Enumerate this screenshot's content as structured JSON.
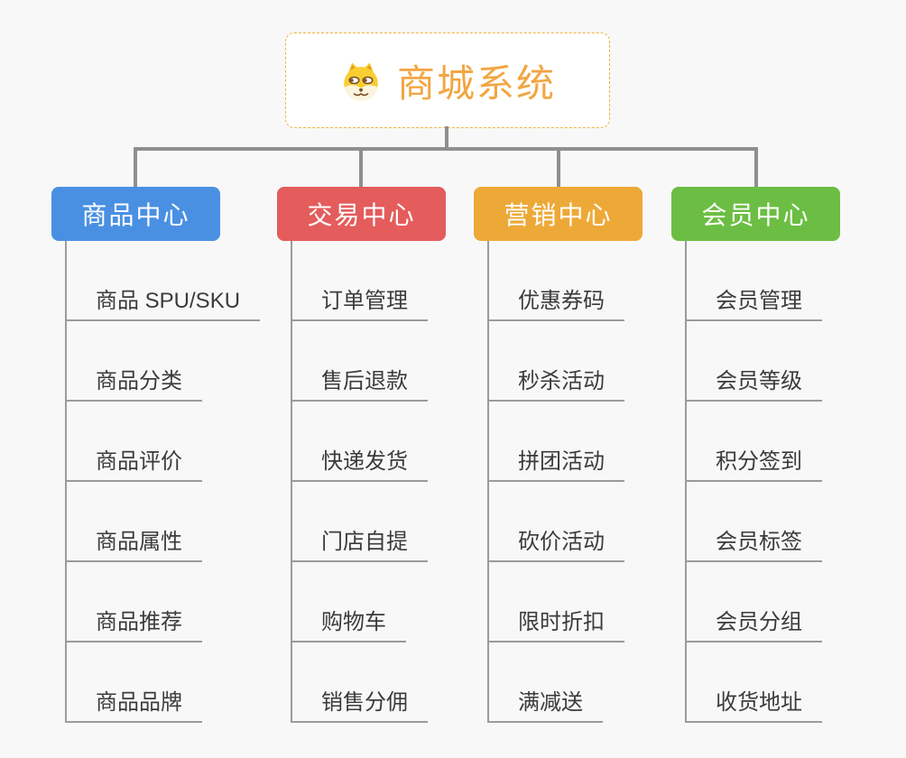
{
  "root": {
    "title": "商城系统",
    "icon": "dog-face-icon",
    "accent_color": "#F2A642",
    "border_color": "#F2B241"
  },
  "connector_color": "#8F8F8F",
  "branches": [
    {
      "label": "商品中心",
      "color": "#4A90E2",
      "items": [
        "商品 SPU/SKU",
        "商品分类",
        "商品评价",
        "商品属性",
        "商品推荐",
        "商品品牌"
      ]
    },
    {
      "label": "交易中心",
      "color": "#E45C5C",
      "items": [
        "订单管理",
        "售后退款",
        "快递发货",
        "门店自提",
        "购物车",
        "销售分佣"
      ]
    },
    {
      "label": "营销中心",
      "color": "#EDA938",
      "items": [
        "优惠券码",
        "秒杀活动",
        "拼团活动",
        "砍价活动",
        "限时折扣",
        "满减送"
      ]
    },
    {
      "label": "会员中心",
      "color": "#6BBE43",
      "items": [
        "会员管理",
        "会员等级",
        "积分签到",
        "会员标签",
        "会员分组",
        "收货地址"
      ]
    }
  ]
}
